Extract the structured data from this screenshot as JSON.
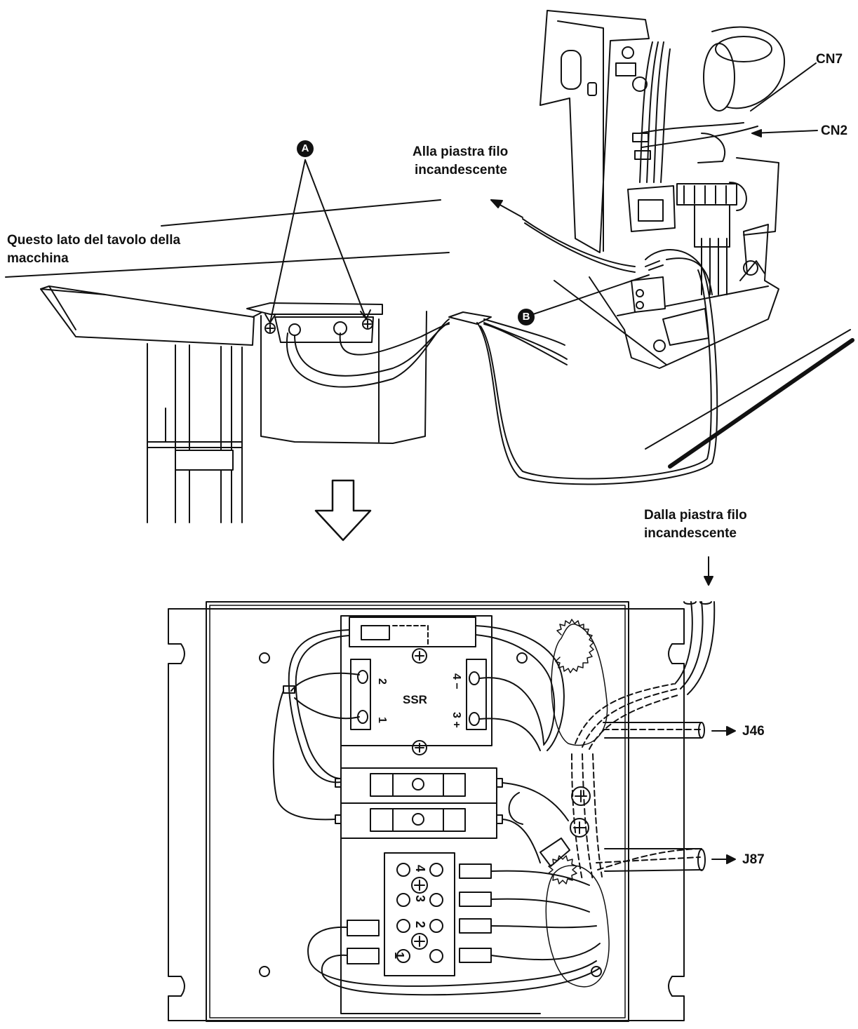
{
  "labels": {
    "hot_wire_to_line1": "Alla piastra filo",
    "hot_wire_to_line2": "incandescente",
    "table_side_line1": "Questo lato del tavolo della",
    "table_side_line2": "macchina",
    "hot_wire_from_line1": "Dalla piastra filo",
    "hot_wire_from_line2": "incandescente",
    "cn7": "CN7",
    "cn2": "CN2",
    "j46": "J46",
    "j87": "J87",
    "ssr": "SSR"
  },
  "callouts": {
    "a": "A",
    "b": "B"
  },
  "ssr_terminals": {
    "t1": "1",
    "t2": "2",
    "t3": "3 +",
    "t4": "4 −"
  },
  "terminal_block": {
    "n1": "1",
    "n2": "2",
    "n3": "3",
    "n4": "4"
  }
}
